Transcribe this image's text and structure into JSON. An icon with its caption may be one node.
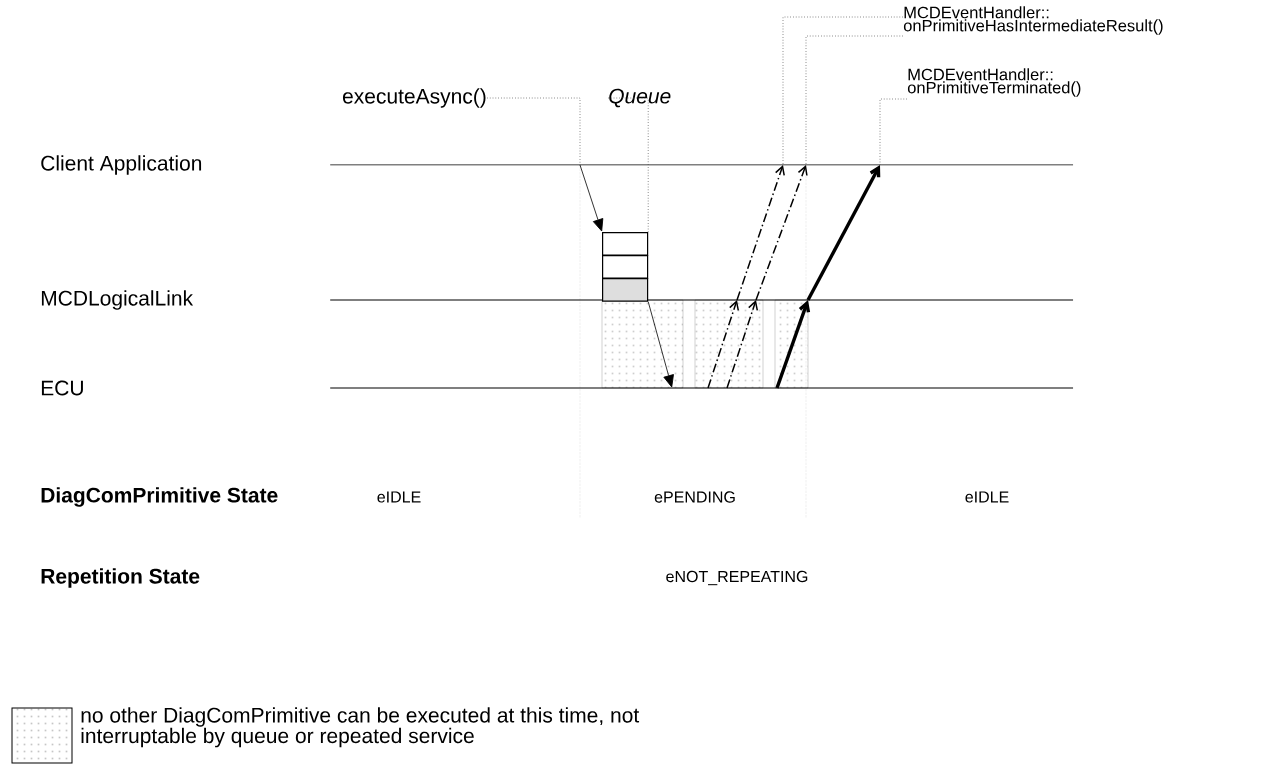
{
  "diagram": {
    "nodes": [
      {
        "text": [
          "Client Application"
        ]
      },
      {
        "text": [
          "MCDLogicalLink"
        ]
      },
      {
        "text": [
          "ECU"
        ]
      },
      {
        "text": [
          "executeAsync()"
        ]
      },
      {
        "text": [
          "Queue"
        ]
      },
      {
        "text": [
          "MCDEventHandler:: onPrimitiveHasIntermediateResult()"
        ]
      },
      {
        "text": [
          "MCDEventHandler:: onPrimitiveTerminated()"
        ]
      },
      {
        "text": [],
        "shape": "box"
      },
      {
        "text": [],
        "shape": "box"
      },
      {
        "text": [],
        "shape": "box"
      }
    ],
    "edges": [
      {
        "from": 0,
        "to": 7,
        "arrow": "to"
      },
      {
        "from": 9,
        "to": 2,
        "arrow": "to"
      },
      {
        "from": 2,
        "to": 1,
        "arrow": "to",
        "style": "dashed"
      },
      {
        "from": 1,
        "to": 0,
        "arrow": "to",
        "style": "dashed"
      },
      {
        "from": 2,
        "to": 1,
        "arrow": "to",
        "style": "dashed"
      },
      {
        "from": 1,
        "to": 0,
        "arrow": "to",
        "style": "dashed"
      },
      {
        "from": 2,
        "to": 1,
        "arrow": "to",
        "style": "thick"
      },
      {
        "from": 1,
        "to": 0,
        "arrow": "to",
        "style": "thick"
      },
      {
        "from": 3,
        "to": 0,
        "arrow": "none",
        "style": "dashed"
      },
      {
        "from": 4,
        "to": 7,
        "arrow": "none",
        "style": "dashed"
      },
      {
        "from": 5,
        "to": 0,
        "arrow": "none",
        "style": "dashed"
      },
      {
        "from": 5,
        "to": 0,
        "arrow": "none",
        "style": "dashed"
      },
      {
        "from": 6,
        "to": 0,
        "arrow": "none",
        "style": "dashed"
      }
    ],
    "labels": [
      "DiagComPrimitive State",
      "eIDLE",
      "ePENDING",
      "eIDLE",
      "Repetition State",
      "eNOT_REPEATING"
    ],
    "legend": [
      {
        "text": "no other DiagComPrimitive can be executed at this time, not interruptable by queue or repeated service"
      }
    ]
  }
}
